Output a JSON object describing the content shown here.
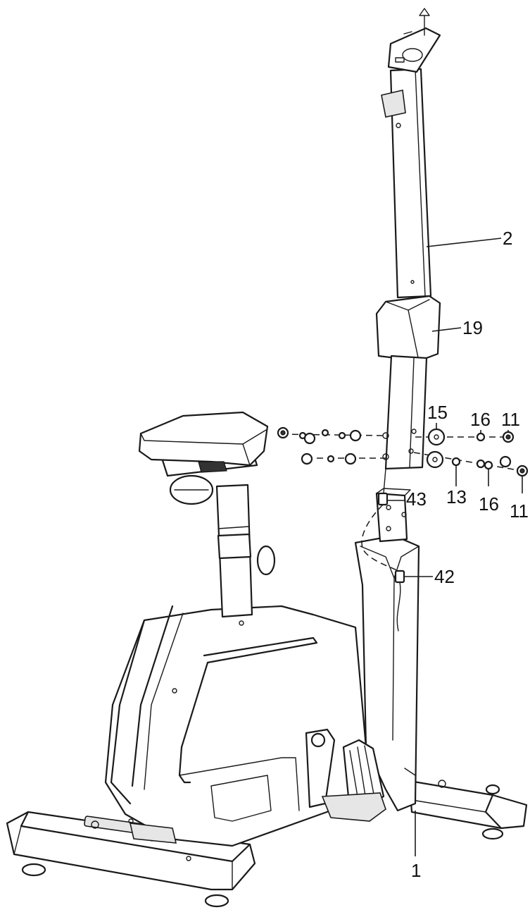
{
  "callouts": [
    {
      "id": "part-2",
      "text": "2"
    },
    {
      "id": "part-19",
      "text": "19"
    },
    {
      "id": "part-15",
      "text": "15"
    },
    {
      "id": "part-16-top",
      "text": "16"
    },
    {
      "id": "part-11-top",
      "text": "11"
    },
    {
      "id": "part-43",
      "text": "43"
    },
    {
      "id": "part-13",
      "text": "13"
    },
    {
      "id": "part-16-bottom",
      "text": "16"
    },
    {
      "id": "part-11-bottom",
      "text": "11"
    },
    {
      "id": "part-42",
      "text": "42"
    },
    {
      "id": "part-1",
      "text": "1"
    }
  ],
  "colors": {
    "line": "#1a1a1a",
    "background": "#ffffff",
    "shade": "#e6e6e6"
  }
}
